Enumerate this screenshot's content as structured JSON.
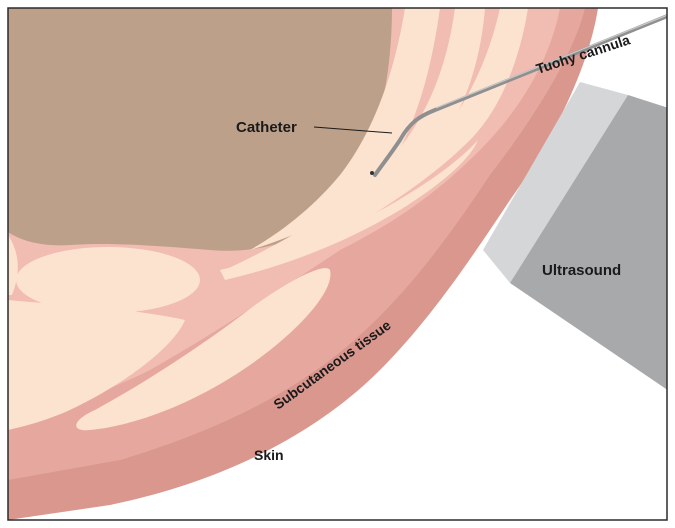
{
  "labels": {
    "tuohy": "Tuohy cannula",
    "catheter": "Catheter",
    "ultrasound": "Ultrasound",
    "subcutaneous": "Subcutaneous tissue",
    "skin": "Skin"
  },
  "colors": {
    "skin": "#d9978e",
    "subcutaneous": "#e6a89e",
    "muscle_sheath": "#f1bcb2",
    "fascia": "#fbe3d0",
    "organ": "#bca08a",
    "needle": "#8f8f8f",
    "probe_light": "#d4d6d8",
    "probe_dark": "#a7a9ab",
    "frame": "#2b2b2b"
  }
}
